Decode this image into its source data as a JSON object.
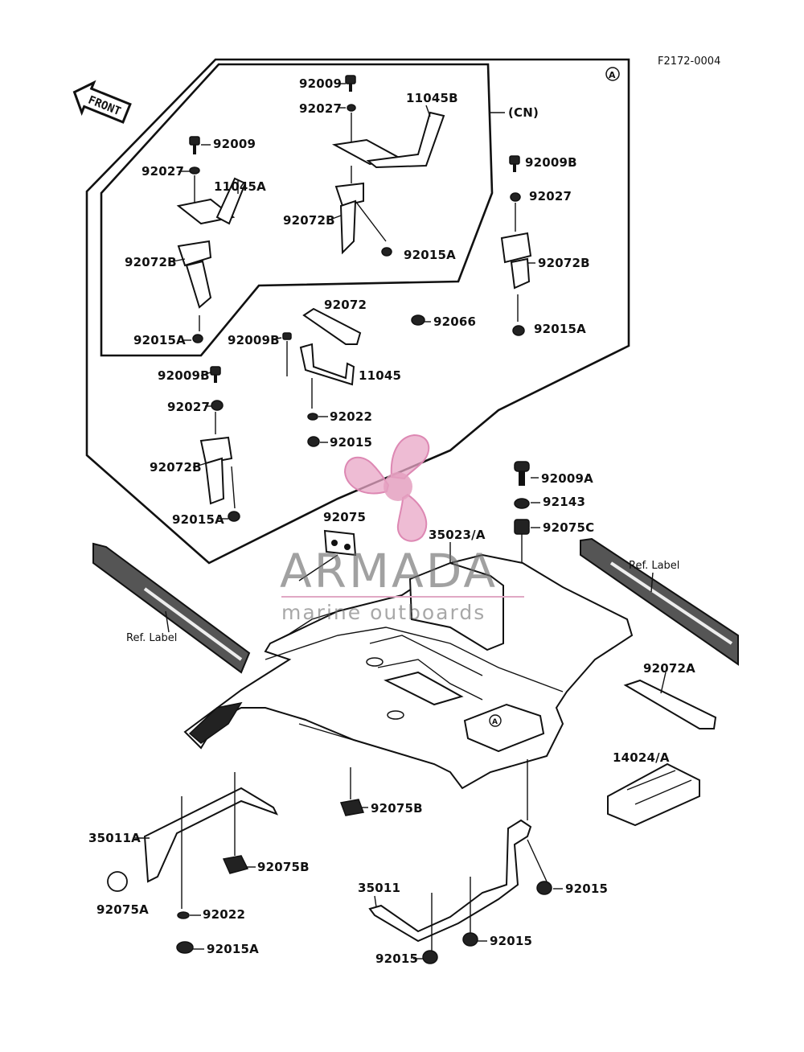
{
  "figure_id": "F2172-0004",
  "front_label": "FRONT",
  "circle_mark": "A",
  "cn_label": "(CN)",
  "ref_labels": [
    "Ref. Label",
    "Ref. Label"
  ],
  "watermark": {
    "brand": "ARMADA",
    "tagline": "marine outboards",
    "colors": {
      "propeller": "#e8a6c6",
      "hub": "#e4a0c0",
      "text": "#6e6e6e",
      "rule": "#e0a8c4"
    }
  },
  "parts": [
    "92009",
    "92027",
    "11045B",
    "92009",
    "92027",
    "11045A",
    "92072B",
    "92015A",
    "92072B",
    "92015A",
    "92009B",
    "92027",
    "92072B",
    "92015A",
    "92072",
    "92066",
    "92009B",
    "11045",
    "92022",
    "92015",
    "92009B",
    "92027",
    "92072B",
    "92015A",
    "92075",
    "35023/A",
    "92009A",
    "92143",
    "92075C",
    "92072A",
    "14024/A",
    "92075B",
    "35011A",
    "92075B",
    "92075A",
    "92022",
    "92015A",
    "35011",
    "92015",
    "92015",
    "92015"
  ]
}
